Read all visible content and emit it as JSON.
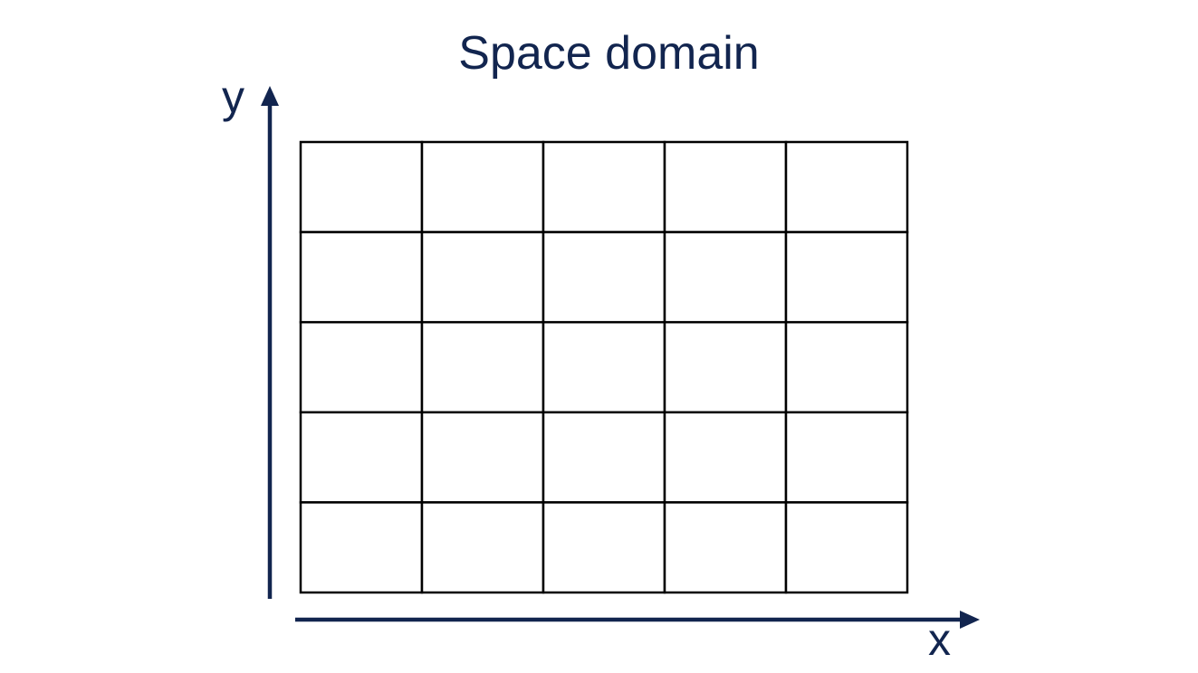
{
  "title": "Space domain",
  "axes": {
    "x_label": "x",
    "y_label": "y"
  },
  "grid": {
    "rows": 5,
    "columns": 5
  },
  "colors": {
    "axis": "#12254f",
    "title": "#12254f",
    "grid_line": "#000000",
    "background": "#ffffff"
  }
}
